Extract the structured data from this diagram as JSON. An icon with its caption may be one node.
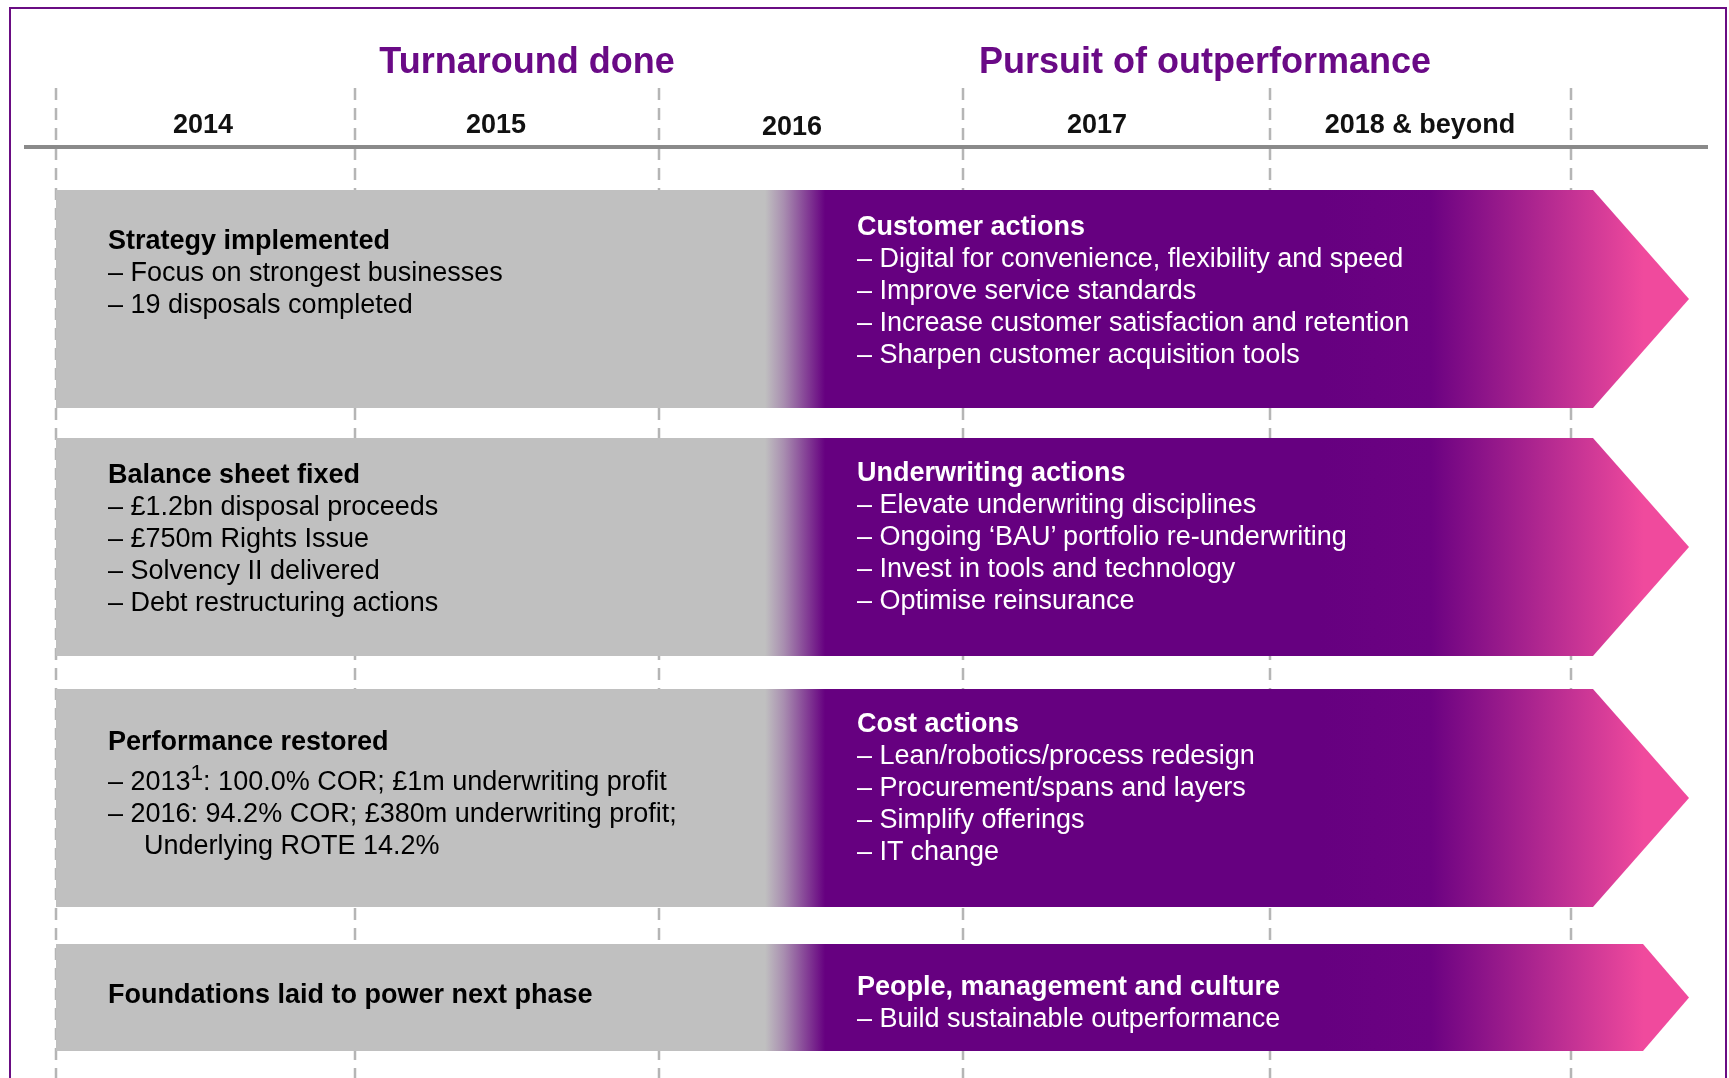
{
  "diagram": {
    "nodes": [
      {
        "text": [
          "Strategy implemented",
          "– Focus on strongest businesses",
          "– 19 disposals completed"
        ]
      },
      {
        "text": [
          "Customer actions",
          "– Digital for convenience, flexibility and speed",
          "– Improve service standards",
          "– Increase customer satisfaction and retention",
          "– Sharpen customer acquisition tools"
        ]
      },
      {
        "text": [
          "Balance sheet fixed",
          "– £1.2bn disposal proceeds",
          "– £750m Rights Issue",
          "– Solvency II delivered",
          "– Debt restructuring actions"
        ]
      },
      {
        "text": [
          "Underwriting actions",
          "– Elevate underwriting disciplines",
          "– Ongoing ‘BAU’ portfolio re-underwriting",
          "– Invest in tools and technology",
          "– Optimise reinsurance"
        ]
      },
      {
        "text": [
          "Performance restored",
          "– 2013$^{1}$: 100.0% COR; £1m underwriting profit",
          "– 2016: 94.2% COR; £380m underwriting profit; Underlying ROTE 14.2%"
        ]
      },
      {
        "text": [
          "Cost actions",
          "– Lean/robotics/process redesign",
          "– Procurement/spans and layers",
          "– Simplify offerings",
          "– IT change"
        ]
      },
      {
        "text": [
          "Foundations laid to power next phase"
        ]
      },
      {
        "text": [
          "People, management and culture",
          "– Build sustainable outperformance"
        ]
      }
    ],
    "labels": [
      "Turnaround done",
      "Pursuit of outperformance",
      "2014",
      "2015",
      "2016",
      "2017",
      "2018 & beyond"
    ]
  }
}
